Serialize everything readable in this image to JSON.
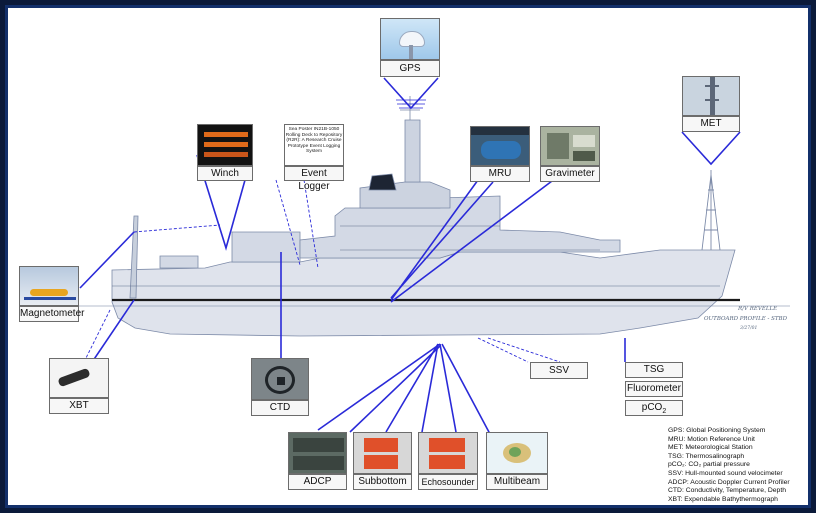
{
  "labels": {
    "gps": "GPS",
    "met": "MET",
    "winch": "Winch",
    "event_logger": "Event Logger",
    "mru": "MRU",
    "gravimeter": "Gravimeter",
    "magnetometer": "Magnetometer",
    "xbt": "XBT",
    "ctd": "CTD",
    "ssv": "SSV",
    "tsg": "TSG",
    "fluorometer": "Fluorometer",
    "pco2": "pCO",
    "pco2_sub": "2",
    "adcp": "ADCP",
    "subbottom": "Subbottom",
    "echosounder": "Echosounder",
    "multibeam": "Multibeam"
  },
  "event_logger_note": "Sea Poster IN21B-1050 Rolling Deck to Repository (R2R): A Research Cruise Prototype Event Logging System",
  "ship_drawing": {
    "name": "R/V REVELLE",
    "subtitle": "OUTBOARD PROFILE - STBD",
    "date": "3/27/01"
  },
  "legend": [
    "GPS: Global Positioning System",
    "MRU: Motion Reference Unit",
    "MET: Meteorological Station",
    "TSG: Thermosalinograph",
    "pCO₂: CO₂ partial pressure",
    "SSV: Hull-mounted sound velocimeter",
    "ADCP: Acoustic Doppler Current Profiler",
    "CTD: Conductivity, Temperature, Depth",
    "XBT: Expendable Bathythermograph"
  ],
  "colors": {
    "connector": "#2a2ad8",
    "hull": "#dfe3ec",
    "outline": "#7c8aa8",
    "frame_border": "#13306b",
    "background": "#0b1a3a"
  },
  "icons": [
    "radome-icon",
    "met-mast-icon",
    "winch-display-icon",
    "mru-device-icon",
    "gravimeter-panel-icon",
    "magnetometer-towfish-icon",
    "xbt-probe-icon",
    "ctd-rosette-icon",
    "adcp-unit-icon",
    "subbottom-unit-icon",
    "echosounder-unit-icon",
    "multibeam-map-icon"
  ]
}
